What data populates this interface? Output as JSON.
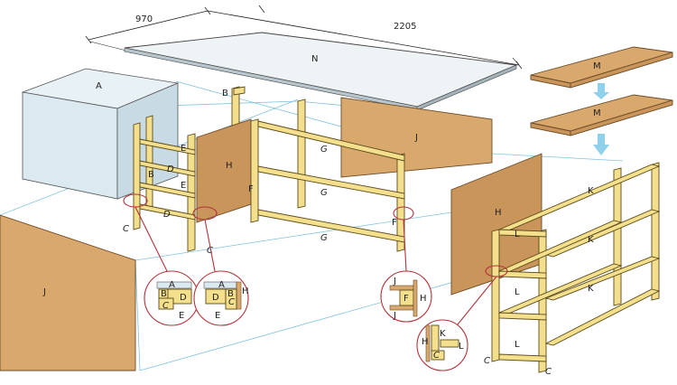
{
  "dimensions": {
    "width_label": "970",
    "length_label": "2205"
  },
  "parts": {
    "A": "A",
    "B": "B",
    "C": "C",
    "D": "D",
    "E": "E",
    "F": "F",
    "G": "G",
    "H": "H",
    "J": "J",
    "K": "K",
    "L": "L",
    "M": "M",
    "N": "N"
  },
  "colors": {
    "timber": "#f3df8c",
    "board": "#d9a86c",
    "carcass_box": "#dbe9f0",
    "guide_line": "#7fc3e0",
    "callout": "#b2323a",
    "arrow": "#8fd0ea"
  }
}
